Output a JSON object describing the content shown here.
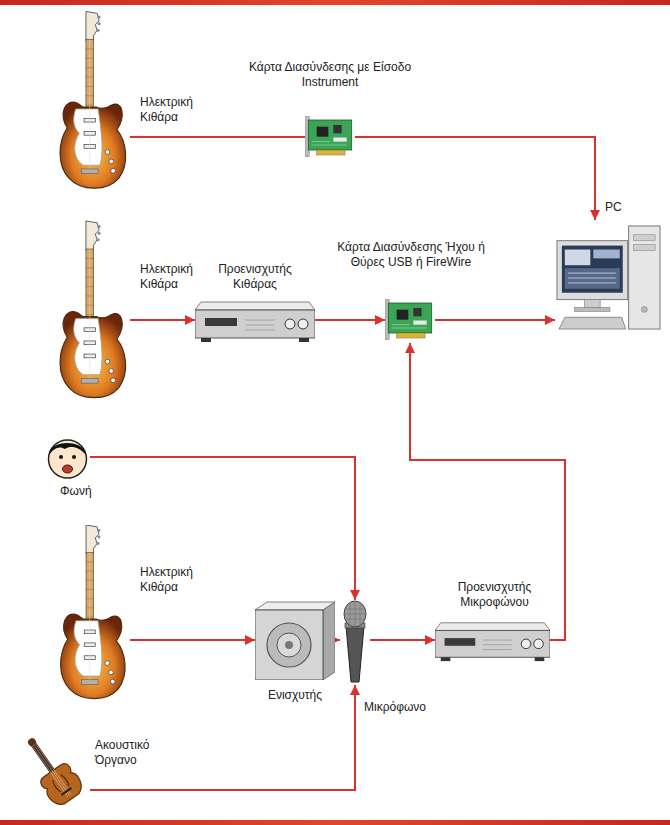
{
  "diagram": {
    "nodes": [
      {
        "text": [
          "Ηλεκτρική Κιθάρα"
        ]
      },
      {
        "text": [
          "Κάρτα Διασύνδεσης με Είσοδο Instrument"
        ]
      },
      {
        "text": [
          "PC"
        ]
      },
      {
        "text": [
          "Ηλεκτρική Κιθάρα"
        ]
      },
      {
        "text": [
          "Προενισχυτής Κιθάρας"
        ]
      },
      {
        "text": [
          "Κάρτα Διασύνδεσης Ήχου ή Θύρες USB ή FireWire"
        ]
      },
      {
        "text": [
          "Φωνή"
        ]
      },
      {
        "text": [
          "Ηλεκτρική Κιθάρα"
        ]
      },
      {
        "text": [
          "Ενισχυτής"
        ]
      },
      {
        "text": [
          "Μικρόφωνο"
        ]
      },
      {
        "text": [
          "Προενισχυτής Μικροφώνου"
        ]
      },
      {
        "text": [
          "Ακουστικό Όργανο"
        ]
      }
    ],
    "edges": [
      {
        "from": 0,
        "to": 1,
        "arrow": "none"
      },
      {
        "from": 1,
        "to": 2,
        "arrow": "to"
      },
      {
        "from": 3,
        "to": 4,
        "arrow": "to"
      },
      {
        "from": 4,
        "to": 5,
        "arrow": "to"
      },
      {
        "from": 5,
        "to": 2,
        "arrow": "to"
      },
      {
        "from": 6,
        "to": 9,
        "arrow": "to"
      },
      {
        "from": 7,
        "to": 8,
        "arrow": "to"
      },
      {
        "from": 8,
        "to": 9,
        "arrow": "to"
      },
      {
        "from": 11,
        "to": 9,
        "arrow": "to"
      },
      {
        "from": 9,
        "to": 10,
        "arrow": "to"
      },
      {
        "from": 10,
        "to": 5,
        "arrow": "to"
      }
    ]
  }
}
